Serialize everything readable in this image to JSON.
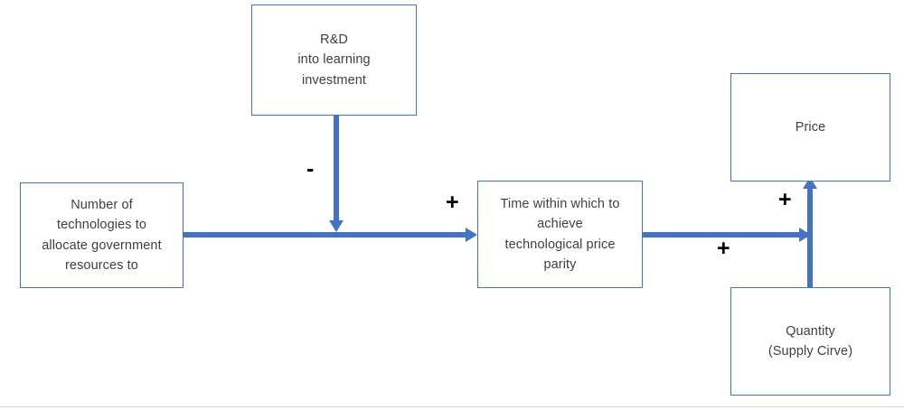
{
  "diagram": {
    "type": "causal-loop-flow-diagram",
    "accent_color": "#4472C4",
    "text_color": "#404040",
    "background": "#ffffff",
    "nodes": [
      {
        "id": "rd",
        "label": "R&D\ninto learning\ninvestment"
      },
      {
        "id": "number-of-technologies",
        "label": "Number of\ntechnologies to\nallocate government\nresources to"
      },
      {
        "id": "time-to-parity",
        "label": "Time within which to\nachieve\ntechnological price\nparity"
      },
      {
        "id": "price",
        "label": "Price"
      },
      {
        "id": "quantity",
        "label": "Quantity\n(Supply Cirve)"
      }
    ],
    "edges": [
      {
        "id": "number-to-time",
        "from": "number-of-technologies",
        "to": "time-to-parity",
        "sign": "+"
      },
      {
        "id": "rd-to-link",
        "from": "rd",
        "to": "number-to-time",
        "sign": "-"
      },
      {
        "id": "time-to-price",
        "from": "time-to-parity",
        "to": "price",
        "sign": "+"
      },
      {
        "id": "quantity-to-price",
        "from": "quantity",
        "to": "price",
        "sign": "+"
      }
    ],
    "signs": {
      "minus": "-",
      "plus_after_number": "+",
      "plus_on_time_to_price": "+",
      "plus_on_quantity_to_price": "+"
    }
  }
}
